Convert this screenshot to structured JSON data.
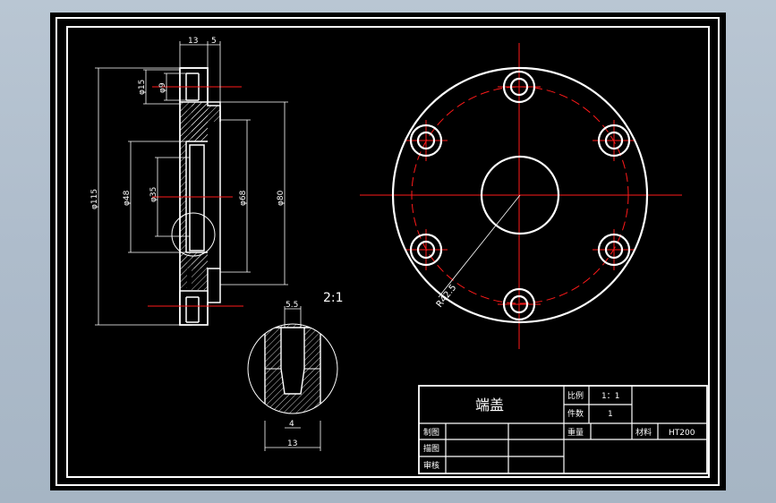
{
  "drawing": {
    "title_block": {
      "part_name": "端盖",
      "scale_label": "比例",
      "scale_value": "1：1",
      "quantity_label": "件数",
      "quantity_value": "1",
      "weight_label": "重量",
      "material_label": "材料",
      "material_value": "HT200",
      "drawn_by_label": "制图",
      "traced_by_label": "描图",
      "checked_by_label": "审核"
    },
    "dimensions": {
      "dim_13_top": "13",
      "dim_5_top": "5",
      "dia_15": "φ15",
      "dia_9": "φ9",
      "dia_115": "φ115",
      "dia_48": "φ48",
      "dia_35": "φ35",
      "dia_68": "φ68",
      "dia_80": "φ80",
      "radius_label": "R42.5",
      "detail_scale": "2:1",
      "detail_55": "5.5",
      "detail_4": "4",
      "detail_13": "13"
    },
    "colors": {
      "background": "#000000",
      "outline": "#ffffff",
      "centerline": "#ff1a1a"
    }
  }
}
